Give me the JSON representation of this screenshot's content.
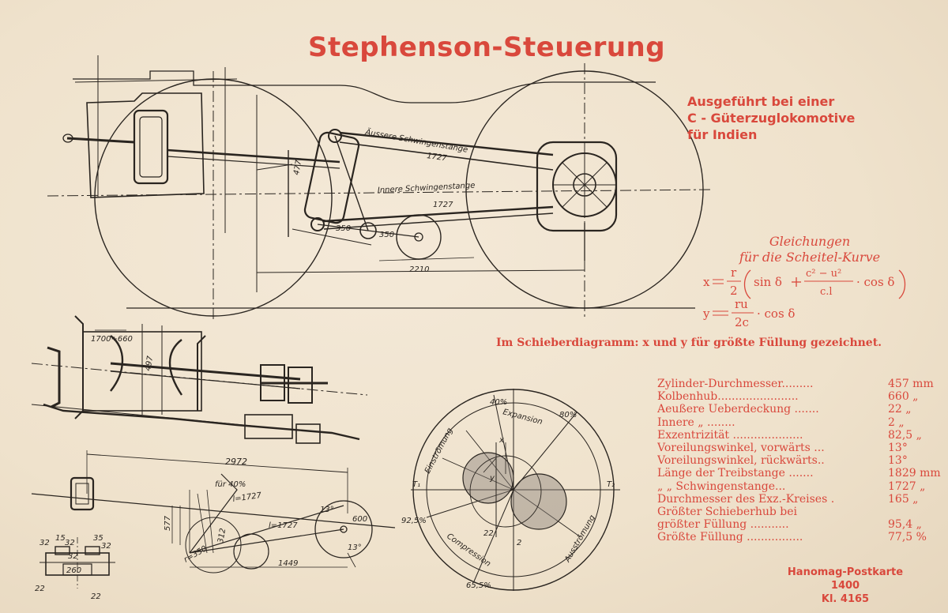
{
  "title": "Stephenson-Steuerung",
  "subtitle": [
    "Ausgeführt bei einer",
    "C - Güterzuglokomotive",
    "für Indien"
  ],
  "equations": {
    "heading_1": "Gleichungen",
    "heading_2": "für die Scheitel-Kurve",
    "x_lhs": "x",
    "x_factor_num": "r",
    "x_factor_den": "2",
    "x_sin": "sin δ",
    "x_frac_num": "c² − u²",
    "x_frac_den": "c.l",
    "x_cos": "· cos δ",
    "y_lhs": "y",
    "y_frac_num": "ru",
    "y_frac_den": "2c",
    "y_cos": "· cos δ"
  },
  "schieber_note": "Im Schieberdiagramm: x und y für größte Füllung gezeichnet.",
  "specs": [
    {
      "label": "Zylinder-Durchmesser.........",
      "value": "457 mm"
    },
    {
      "label": "Kolbenhub.......................",
      "value": "660 „"
    },
    {
      "label": "Aeußere Ueberdeckung .......",
      "value": "22 „"
    },
    {
      "label": "Innere          „           ........",
      "value": "2 „"
    },
    {
      "label": "Exzentrizität ....................",
      "value": "82,5 „"
    },
    {
      "label": "Voreilungswinkel, vorwärts ...",
      "value": "13°"
    },
    {
      "label": "Voreilungswinkel, rückwärts..",
      "value": "13°"
    },
    {
      "label": "Länge der Treibstange .......",
      "value": "1829 mm"
    },
    {
      "label": "   „    „  Schwingenstange...",
      "value": "1727 „"
    },
    {
      "label": "Durchmesser des Exz.-Kreises .",
      "value": "165 „"
    },
    {
      "label": "Größter Schieberhub bei",
      "value": ""
    },
    {
      "label": "   größter Füllung ...........",
      "value": "95,4 „"
    },
    {
      "label": "Größte Füllung ................",
      "value": "77,5 %"
    }
  ],
  "footer": [
    "Hanomag-Postkarte",
    "1400",
    "Kl. 4165"
  ],
  "drawing_labels": {
    "aeussere_stange": "Äussere Schwingenstange",
    "innere_stange": "Innere Schwingenstange",
    "len_1727_a": "1727",
    "len_1727_b": "1727",
    "dim_2210": "2210",
    "dim_350_a": "350",
    "dim_350_b": "350",
    "dim_477": "477",
    "dim_1700_660": "1700÷660",
    "dim_497": "497",
    "dim_2972": "2972",
    "fuer_40": "für 40%",
    "l_1727_a": "l=1727",
    "l_1727_b": "l=1727",
    "dim_1449": "1449",
    "dim_577": "577",
    "dim_312": "312",
    "r_350": "r=350",
    "ang_13_a": "13°",
    "ang_13_b": "13°",
    "dim_600": "600",
    "dim_32_a": "32",
    "dim_15": "15",
    "dim_32_b": "32",
    "dim_32_c": "32",
    "dim_35": "35",
    "dim_32_d": "32",
    "dim_260": "260",
    "dim_22_a": "22",
    "dim_22_b": "22",
    "pct_40": "40%",
    "pct_80": "80%",
    "pct_925": "92,5%",
    "pct_655": "65,5%",
    "expansion": "Expansion",
    "einstroemung": "Einströmung",
    "compression": "Compression",
    "ausstroemung": "Ausströmung",
    "t1": "T₁",
    "t2": "T₂",
    "x_mark": "x",
    "y_mark": "y",
    "dim_22_c": "22",
    "dim_2": "2"
  }
}
